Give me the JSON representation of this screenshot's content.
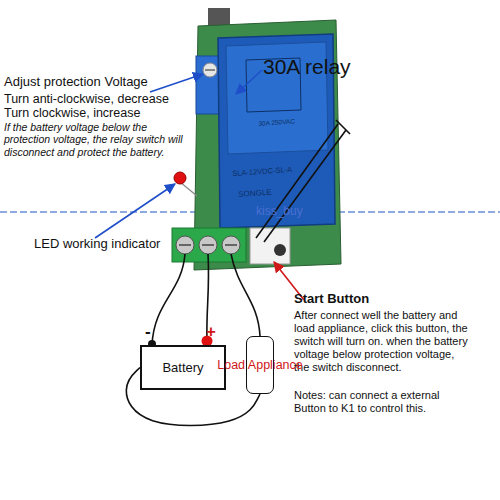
{
  "diagram": {
    "nodes": [
      {
        "text": [
          "Battery"
        ]
      },
      {
        "text": [
          "Load Appliance"
        ]
      }
    ],
    "edges": [
      {
        "from": 0,
        "to": 1,
        "arrow": "none"
      }
    ],
    "labels": [
      "Adjust protection Voltage",
      "Turn anti-clockwise, decrease",
      "Turn clockwise, increase",
      "If the battery voltage below the protection voltage, the relay switch will disconnect and protect the battery.",
      "30A relay",
      "SONGLE",
      "SLA-12VDC-SL-A",
      "30A 250VAC",
      "LED working indicator",
      "kiss_buy",
      "Start Button",
      "After connect well the battery and load appliance, click this button, the switch will turn on. when the battery voltage below protection voltage, the switch disconnect.",
      "Notes: can connect a external Button to K1 to control this.",
      "-",
      "+"
    ]
  }
}
